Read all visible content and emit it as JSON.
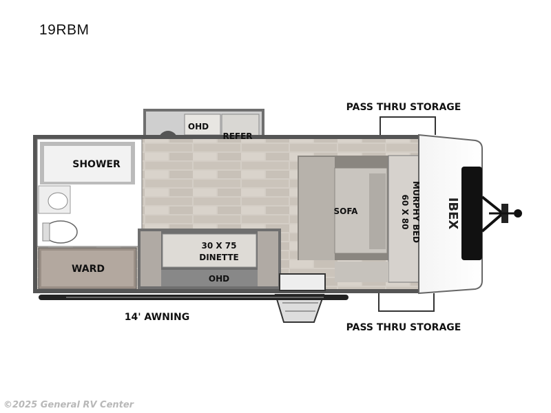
{
  "model": "19RBM",
  "labels": {
    "pass_thru_top": "PASS THRU STORAGE",
    "pass_thru_bottom": "PASS THRU STORAGE",
    "ohd_top": "OHD",
    "refer": "REFER",
    "shower": "SHOWER",
    "ward": "WARD",
    "dinette_line1": "30 X 75",
    "dinette_line2": "DINETTE",
    "ohd_bottom": "OHD",
    "sofa": "SOFA",
    "murphy_line1": "60 X 80",
    "murphy_line2": "MURPHY BED",
    "awning": "14' AWNING",
    "brand": "IBEX"
  },
  "watermark": "©2025 General RV Center"
}
